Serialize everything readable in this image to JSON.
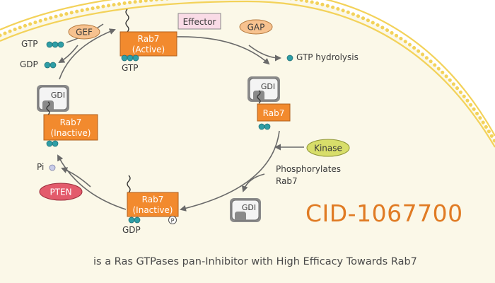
{
  "diagram": {
    "nodes": {
      "rab7_active": [
        "Rab7",
        "(Active)"
      ],
      "rab7_gdi": "Rab7",
      "rab7_inactive_left": [
        "Rab7",
        "(Inactive)"
      ],
      "rab7_inactive_bottom": [
        "Rab7",
        "(Inactive)"
      ],
      "effector": "Effector",
      "gef": "GEF",
      "gap": "GAP",
      "kinase": "Kinase",
      "pten": "PTEN",
      "gdi_top_right": "GDI",
      "gdi_left": "GDI",
      "gdi_bottom": "GDI",
      "phospho_mark": "P"
    },
    "labels": {
      "gtp_left": "GTP",
      "gdp_left": "GDP",
      "gtp_under_active": "GTP",
      "gtp_hydrolysis": "GTP hydrolysis",
      "phosphorylates": [
        "Phosphorylates",
        "Rab7"
      ],
      "pi": "Pi",
      "gdp_bottom": "GDP"
    },
    "colors": {
      "rab7": "#f28a2e",
      "teal_dot": "#2f9ea6",
      "membrane": "#f3d25a",
      "cytoplasm": "#fbf8e8",
      "gdi": "#8a8a8a",
      "kinase": "#d8de6a",
      "gef_gap": "#f7c28f",
      "effector": "#f9dbe6",
      "pten": "#e35b6c"
    }
  },
  "title": "CID-1067700",
  "caption": "is a Ras GTPases pan-Inhibitor with High Efficacy Towards Rab7"
}
